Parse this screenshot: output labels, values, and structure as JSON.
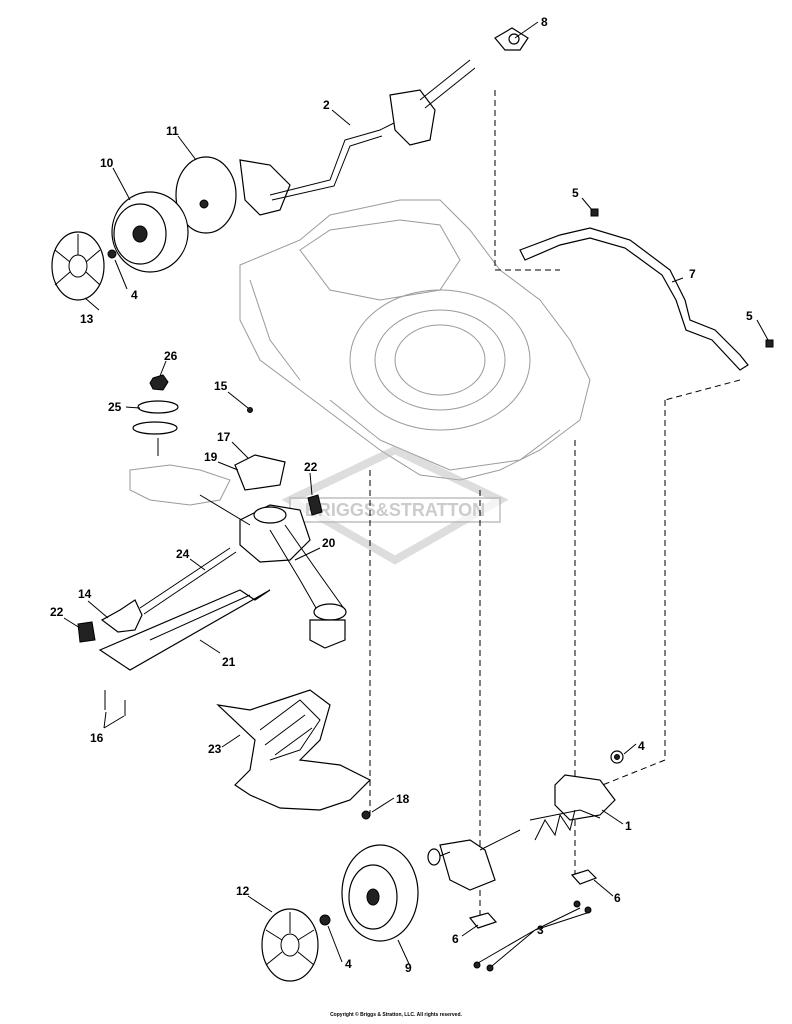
{
  "watermark": "BRIGGS&STRATTON",
  "copyright": "Copyright © Briggs & Stratton, LLC. All rights reserved.",
  "callouts": {
    "c1": "1",
    "c2": "2",
    "c3": "3",
    "c4a": "4",
    "c4b": "4",
    "c4c": "4",
    "c5a": "5",
    "c5b": "5",
    "c6a": "6",
    "c6b": "6",
    "c7": "7",
    "c8": "8",
    "c9": "9",
    "c10": "10",
    "c11": "11",
    "c12": "12",
    "c13": "13",
    "c14": "14",
    "c15": "15",
    "c16": "16",
    "c17": "17",
    "c18": "18",
    "c19": "19",
    "c20": "20",
    "c21": "21",
    "c22a": "22",
    "c22b": "22",
    "c23": "23",
    "c24": "24",
    "c25": "25",
    "c26": "26"
  }
}
